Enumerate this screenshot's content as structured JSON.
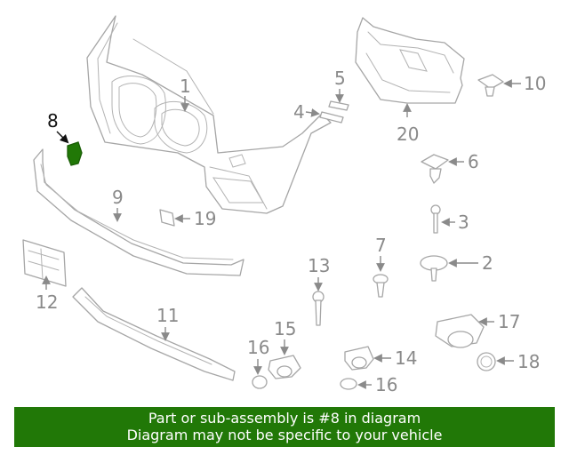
{
  "banner": {
    "line1": "Part or sub-assembly is #8 in diagram",
    "line2": "Diagram may not be specific to your vehicle"
  },
  "highlighted_part": "8",
  "highlight_color": "#217807",
  "banner_color": "#217807",
  "callouts": {
    "c1": "1",
    "c2": "2",
    "c3": "3",
    "c4": "4",
    "c5": "5",
    "c6": "6",
    "c7": "7",
    "c8": "8",
    "c9": "9",
    "c10": "10",
    "c11": "11",
    "c12": "12",
    "c13": "13",
    "c14": "14",
    "c15": "15",
    "c16a": "16",
    "c16b": "16",
    "c17": "17",
    "c18": "18",
    "c19": "19",
    "c20": "20"
  }
}
